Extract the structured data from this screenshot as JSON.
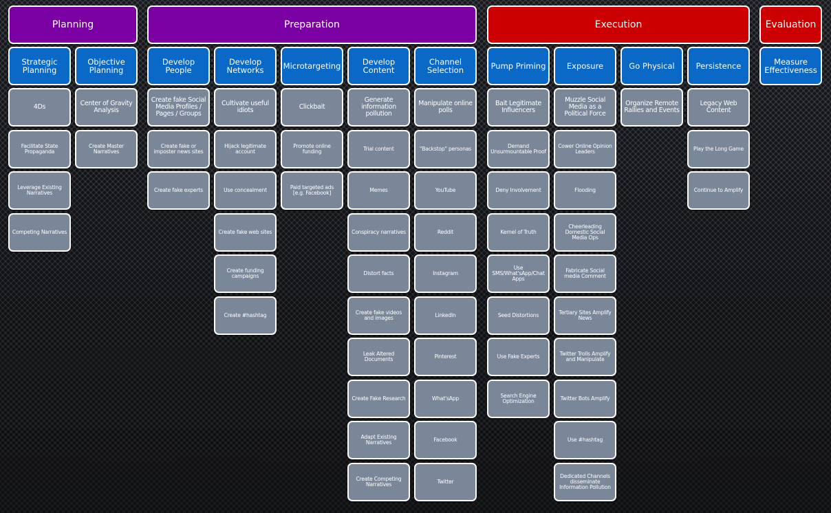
{
  "colors": {
    "phase_purple": "#7a00a3",
    "phase_red": "#cc0000",
    "tactic_blue": "#0a68c6",
    "technique_gray": "#7a8799",
    "border": "#ffffff",
    "background": "#2a2c30"
  },
  "phases": [
    {
      "label": "Planning",
      "color": "purple",
      "tactics": [
        {
          "label": "Strategic Planning",
          "techniques": [
            "4Ds",
            "Facilitate State Propaganda",
            "Leverage Existing Narratives",
            "Competing Narratives"
          ]
        },
        {
          "label": "Objective Planning",
          "techniques": [
            "Center of Gravity Analysis",
            "Create Master Narratives"
          ]
        }
      ]
    },
    {
      "label": "Preparation",
      "color": "purple",
      "tactics": [
        {
          "label": "Develop People",
          "techniques": [
            "Create fake Social Media Profiles / Pages / Groups",
            "Create fake or imposter news sites",
            "Create fake experts"
          ]
        },
        {
          "label": "Develop Networks",
          "techniques": [
            "Cultivate useful idiots",
            "Hijack legitimate account",
            "Use concealment",
            "Create fake web sites",
            "Create funding campaigns",
            "Create #hashtag"
          ]
        },
        {
          "label": "Microtargeting",
          "techniques": [
            "Clickbait",
            "Promote online funding",
            "Paid targeted ads [e.g. Facebook]"
          ]
        },
        {
          "label": "Develop Content",
          "techniques": [
            "Generate information pollution",
            "Trial content",
            "Memes",
            "Conspiracy narratives",
            "Distort facts",
            "Create fake videos and images",
            "Leak Altered Documents",
            "Create Fake Research",
            "Adapt Existing Narratives",
            "Create Competing Narratives"
          ]
        },
        {
          "label": "Channel Selection",
          "techniques": [
            "Manipulate online polls",
            "\"Backstop\" personas",
            "YouTube",
            "Reddit",
            "Instagram",
            "LinkedIn",
            "Pinterest",
            "What'sApp",
            "Facebook",
            "Twitter"
          ]
        }
      ]
    },
    {
      "label": "Execution",
      "color": "red",
      "tactics": [
        {
          "label": "Pump Priming",
          "techniques": [
            "Bait Legitimate Influencers",
            "Demand Unsurmountable Proof",
            "Deny Involvement",
            "Kernel of Truth",
            "Use SMS/What'sApp/Chat Apps",
            "Seed Distortions",
            "Use Fake Experts",
            "Search Engine Optimization"
          ]
        },
        {
          "label": "Exposure",
          "techniques": [
            "Muzzle Social Media as a Political Force",
            "Cower Online Opinion Leaders",
            "Flooding",
            "Cheerleading Domestic Social Media Ops",
            "Fabricate Social media Comment",
            "Tertiary Sites Amplify News",
            "Twitter Trolls Amplify and Manipulate",
            "Twitter Bots Amplify",
            "Use #hashtag",
            "Dedicated Channels disseminate Information Pollution"
          ]
        },
        {
          "label": "Go Physical",
          "techniques": [
            "Organize Remote Rallies and Events"
          ]
        },
        {
          "label": "Persistence",
          "techniques": [
            "Legacy Web Content",
            "Play the Long Game",
            "Continue to Amplify"
          ]
        }
      ]
    },
    {
      "label": "Evaluation",
      "color": "red",
      "tactics": [
        {
          "label": "Measure Effectiveness",
          "techniques": []
        }
      ]
    }
  ]
}
